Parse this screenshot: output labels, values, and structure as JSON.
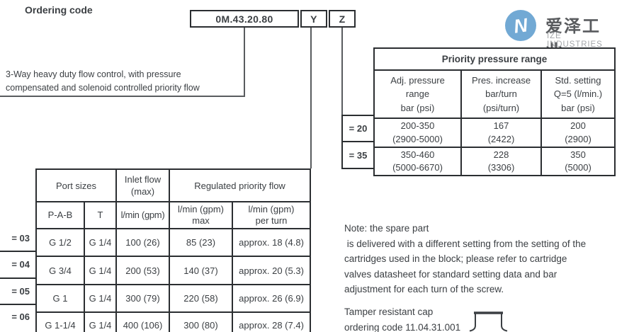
{
  "page": {
    "title": "Ordering code"
  },
  "ordering_code": {
    "model": "0M.43.20.80",
    "mod1": "Y",
    "mod2": "Z"
  },
  "description": {
    "line1": "3-Way heavy duty flow control, with pressure",
    "line2": "compensated and solenoid controlled priority flow"
  },
  "logo": {
    "monogram": "N",
    "name_cn": "爱泽工业",
    "name_en": "IZE INDUSTRIES",
    "circle_color": "#72A9D4"
  },
  "priority_table": {
    "title": "Priority pressure range",
    "columns": [
      {
        "l1": "Adj. pressure",
        "l2": "range",
        "l3": "bar (psi)"
      },
      {
        "l1": "Pres. increase",
        "l2": "bar/turn",
        "l3": "(psi/turn)"
      },
      {
        "l1": "Std. setting",
        "l2": "Q=5 (l/min.)",
        "l3": "bar (psi)"
      }
    ],
    "rows": [
      {
        "label": "= 20",
        "adj1": "200-350",
        "adj2": "(2900-5000)",
        "pres1": "167",
        "pres2": "(2422)",
        "std1": "200",
        "std2": "(2900)"
      },
      {
        "label": "= 35",
        "adj1": "350-460",
        "adj2": "(5000-6670)",
        "pres1": "228",
        "pres2": "(3306)",
        "std1": "350",
        "std2": "(5000)"
      }
    ]
  },
  "flow_table": {
    "h_port": "Port sizes",
    "h_inlet1": "Inlet flow",
    "h_inlet2": "(max)",
    "h_reg": "Regulated priority flow",
    "h_pab": "P-A-B",
    "h_t": "T",
    "h_lmin": "l/min (gpm)",
    "h_max1": "l/min (gpm)",
    "h_max2": "max",
    "h_turn1": "l/min (gpm)",
    "h_turn2": "per turn",
    "rows": [
      {
        "label": "= 03",
        "pab": "G 1/2",
        "t": "G 1/4",
        "inlet": "100 (26)",
        "max": "85 (23)",
        "turn": "approx. 18 (4.8)"
      },
      {
        "label": "= 04",
        "pab": "G 3/4",
        "t": "G 1/4",
        "inlet": "200 (53)",
        "max": "140 (37)",
        "turn": "approx. 20 (5.3)"
      },
      {
        "label": "= 05",
        "pab": "G 1",
        "t": "G 1/4",
        "inlet": "300 (79)",
        "max": "220 (58)",
        "turn": "approx. 26 (6.9)"
      },
      {
        "label": "= 06",
        "pab": "G 1-1/4",
        "t": "G 1/4",
        "inlet": "400 (106)",
        "max": "300 (80)",
        "turn": "approx. 28 (7.4)"
      }
    ]
  },
  "note": {
    "line1": "Note: the spare part",
    "line2": " is delivered with a different setting from the setting of the",
    "line3": "cartridges used in the block; please refer to cartridge",
    "line4": "valves datasheet for standard setting data and bar",
    "line5": "adjustment for each turn of the screw."
  },
  "tamper": {
    "line1": "Tamper resistant cap",
    "line2": "ordering code 11.04.31.001"
  },
  "colors": {
    "text": "#3B3F43",
    "border": "#2B2E31",
    "connector_line": "#595C5F",
    "logo_blue": "#72A9D4",
    "logo_text": "#595B5E",
    "logo_subtext": "#A4A7AA"
  }
}
